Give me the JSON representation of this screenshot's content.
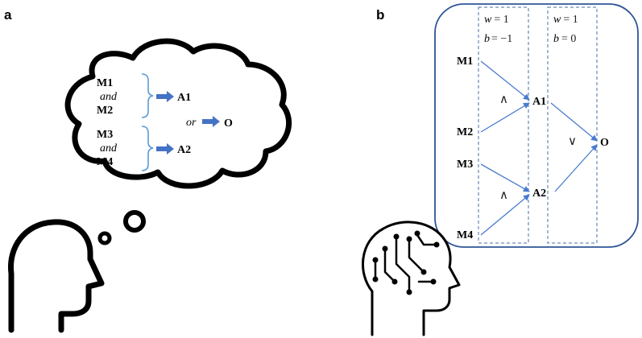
{
  "panels": {
    "a": {
      "label": "a"
    },
    "b": {
      "label": "b"
    }
  },
  "panel_a": {
    "m1": "M1",
    "and1": "and",
    "m2": "M2",
    "m3": "M3",
    "and2": "and",
    "m4": "M4",
    "a1": "A1",
    "a2": "A2",
    "or": "or",
    "o": "O"
  },
  "panel_b": {
    "col1_w_var": "w",
    "col1_w_val": "= 1",
    "col1_b_var": "b",
    "col1_b_val": "= −1",
    "col2_w_var": "w",
    "col2_w_val": "= 1",
    "col2_b_var": "b",
    "col2_b_val": "= 0",
    "m1": "M1",
    "m2": "M2",
    "m3": "M3",
    "m4": "M4",
    "a1": "A1",
    "a2": "A2",
    "o": "O",
    "and_op_1": "∧",
    "and_op_2": "∧",
    "or_op": "∨"
  },
  "colors": {
    "arrow_blue": "#4472c4",
    "frame_blue": "#2f5597",
    "brace_blue": "#5b9bd5",
    "dash_blue": "#4a6fa5",
    "line_blue": "#4a7bd0"
  },
  "icons": [
    "thought-cloud-icon",
    "human-head-icon",
    "ai-circuit-head-icon"
  ]
}
